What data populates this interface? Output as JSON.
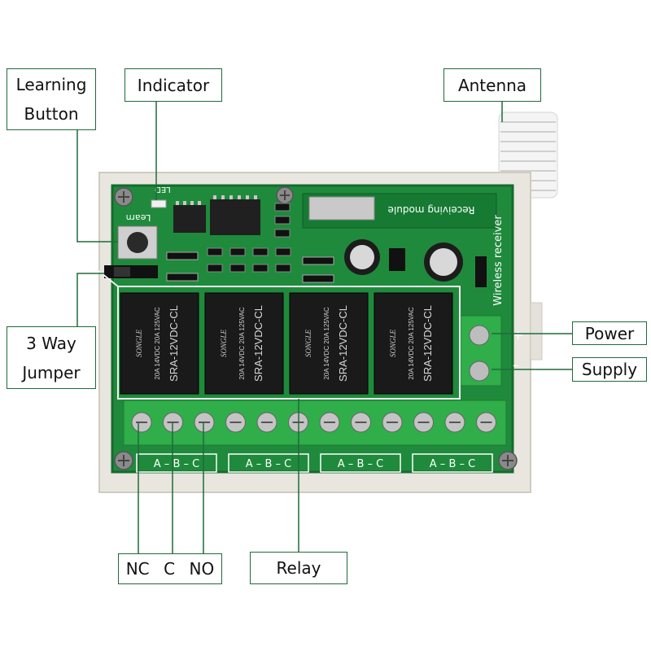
{
  "labels": {
    "learning_line1": "Learning",
    "learning_line2": "Button",
    "indicator": "Indicator",
    "antenna": "Antenna",
    "jumper_line1": "3 Way",
    "jumper_line2": "Jumper",
    "power": "Power",
    "supply": "Supply",
    "nc": "NC",
    "c": "C",
    "no": "NO",
    "relay": "Relay"
  },
  "board": {
    "led_text": "LED",
    "learn_text": "Learn",
    "module_text": "Receiving module",
    "wireless_text": "Wireless receiver",
    "plus": "+",
    "minus": "–",
    "relay_brand": "SONGLE",
    "relay_model": "SRA-12VDC-CL",
    "relay_rating1": "20A 14VDC",
    "relay_rating2": "20A 125VAC",
    "abc_groups": [
      "A – B – C",
      "A – B – C",
      "A – B – C",
      "A – B – C"
    ]
  },
  "colors": {
    "pcb": "#1f8a3c",
    "pcb_dark": "#166b2d",
    "relay": "#1a1a1a",
    "terminal": "#2fae4a",
    "leader": "#1f6b3a"
  }
}
